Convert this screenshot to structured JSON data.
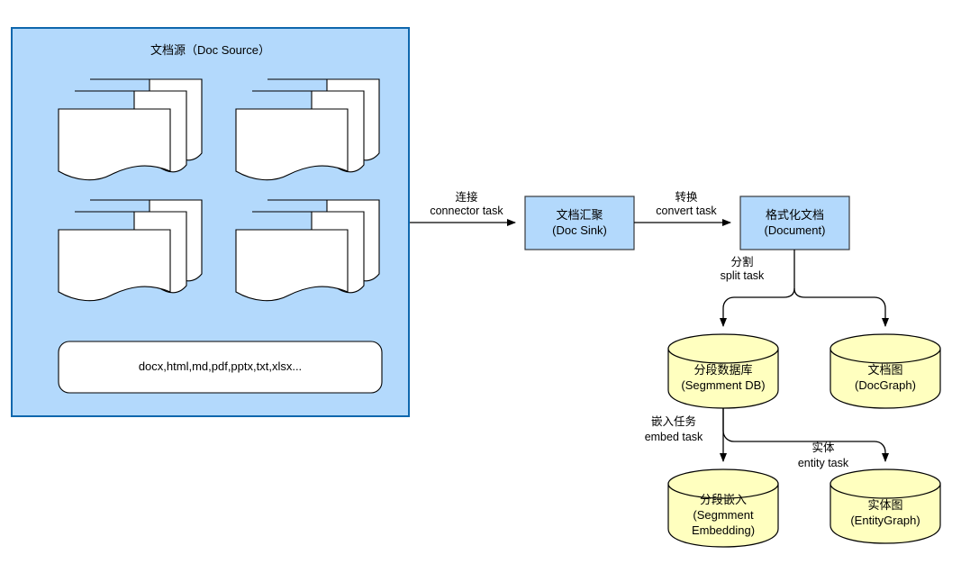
{
  "diagram": {
    "title_block": {
      "label": "文档源（Doc Source）"
    },
    "source_panel": {
      "name": "doc-source-panel",
      "fill": "#b3d9fc",
      "stroke": "#0f67ad",
      "formats_label": "docx,html,md,pdf,pptx,txt,xlsx..."
    },
    "nodes": [
      {
        "id": "doc-sink",
        "line1": "文档汇聚",
        "line2": "(Doc Sink)",
        "shape": "rect",
        "fill": "#b3d9fc",
        "stroke": "#36393d"
      },
      {
        "id": "document",
        "line1": "格式化文档",
        "line2": "(Document)",
        "shape": "rect",
        "fill": "#b3d9fc",
        "stroke": "#36393d"
      },
      {
        "id": "segment-db",
        "line1": "分段数据库",
        "line2": "(Segmment DB)",
        "shape": "cylinder",
        "fill": "#ffffbf",
        "stroke": "#000000"
      },
      {
        "id": "doc-graph",
        "line1": "文档图",
        "line2": "(DocGraph)",
        "shape": "cylinder",
        "fill": "#ffffbf",
        "stroke": "#000000"
      },
      {
        "id": "segment-embedding",
        "line1": "分段嵌入",
        "line2": "(Segmment",
        "line3": "Embedding)",
        "shape": "cylinder",
        "fill": "#ffffbf",
        "stroke": "#000000"
      },
      {
        "id": "entity-graph",
        "line1": "实体图",
        "line2": "(EntityGraph)",
        "shape": "cylinder",
        "fill": "#ffffbf",
        "stroke": "#000000"
      }
    ],
    "edges": [
      {
        "id": "connector-task",
        "line1": "连接",
        "line2": "connector task"
      },
      {
        "id": "convert-task",
        "line1": "转换",
        "line2": "convert task"
      },
      {
        "id": "split-task",
        "line1": "分割",
        "line2": "split task"
      },
      {
        "id": "embed-task",
        "line1": "嵌入任务",
        "line2": "embed task"
      },
      {
        "id": "entity-task",
        "line1": "实体",
        "line2": "entity task"
      }
    ]
  }
}
